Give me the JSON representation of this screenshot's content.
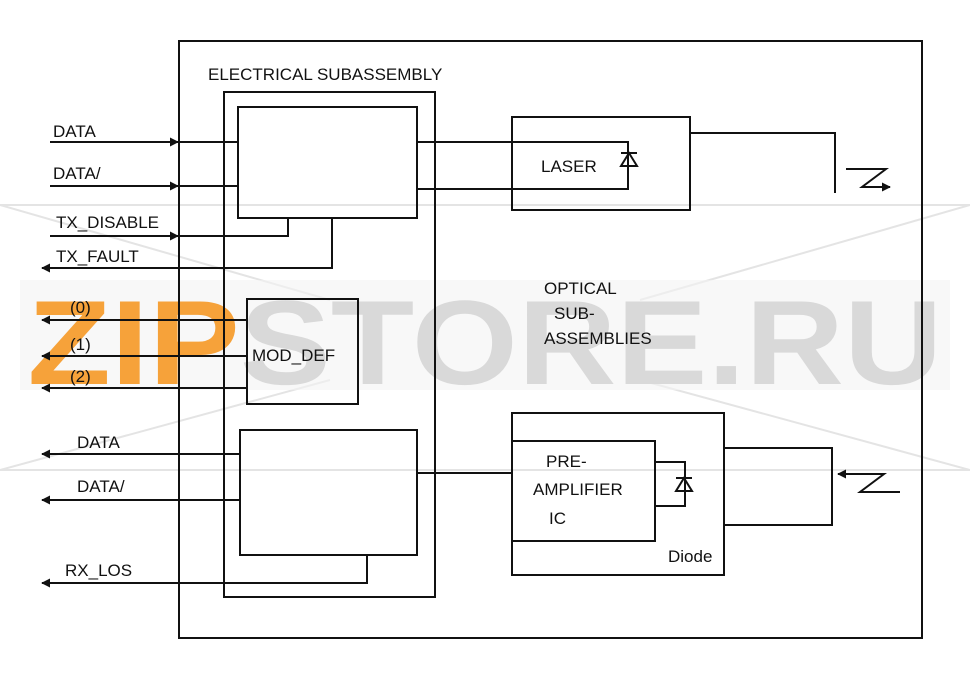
{
  "watermark": {
    "text": "ZIPSTORE.RU",
    "accent_color": "#f6a23a",
    "gray_color": "#d9d9d9"
  },
  "blocks": {
    "electrical": "ELECTRICAL SUBASSEMBLY",
    "laser": "LASER",
    "optical": [
      "OPTICAL",
      "SUB-",
      "ASSEMBLIES"
    ],
    "mod_def": "MOD_DEF",
    "preamp": [
      "PRE-",
      "AMPLIFIER",
      "IC"
    ],
    "diode": "Diode"
  },
  "signals": {
    "tx_data": "DATA",
    "tx_data_n": "DATA/",
    "tx_disable": "TX_DISABLE",
    "tx_fault": "TX_FAULT",
    "mod0": "(0)",
    "mod1": "(1)",
    "mod2": "(2)",
    "rx_data": "DATA",
    "rx_data_n": "DATA/",
    "rx_los": "RX_LOS"
  },
  "icons": [
    "laser-diode-icon",
    "photo-diode-icon",
    "light-out-icon",
    "light-in-icon"
  ]
}
